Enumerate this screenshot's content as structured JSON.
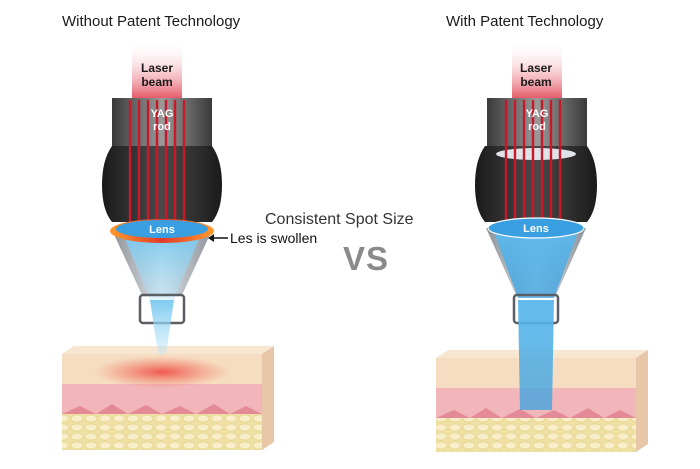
{
  "titles": {
    "left": "Without Patent Technology",
    "right": "With Patent Technology"
  },
  "labels": {
    "laser_line1": "Laser",
    "laser_line2": "beam",
    "yag_line1": "YAG",
    "yag_line2": "rod",
    "lens": "Lens"
  },
  "annotations": {
    "consistent_spot_size": "Consistent Spot Size",
    "lens_swollen": "Les is swollen",
    "vs": "VS"
  },
  "colors": {
    "laser": "#e34a5a",
    "lens_blue": "#3a9fe0",
    "lens_swollen": "#ff7a1a",
    "beam_blue": "#78c8f0",
    "housing_dark": "#2b2b2b",
    "cone_gray": "#a8adb3",
    "skin_top": "#f6dcc0",
    "skin_dermis": "#f2b6ba",
    "fat_layer": "#f3e7b4",
    "heat_spot": "#ef6a55"
  }
}
